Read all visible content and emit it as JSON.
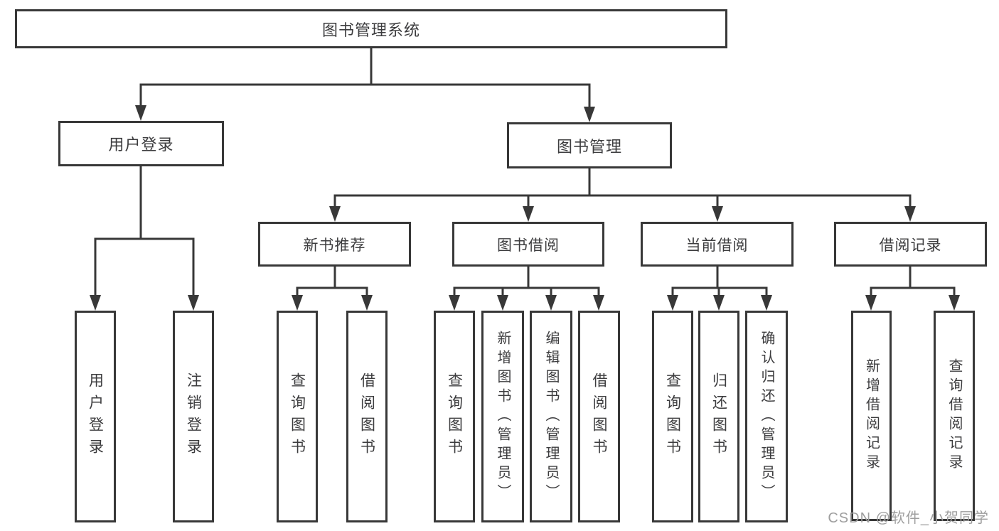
{
  "title": "图书管理系统",
  "watermark": "CSDN @软件_小贺同学",
  "colors": {
    "line": "#383838",
    "text": "#3c3c3e",
    "watermark": "#9e9e9e",
    "background": "#ffffff"
  },
  "level2": [
    {
      "label": "用户登录"
    },
    {
      "label": "图书管理"
    }
  ],
  "level3": [
    {
      "label": "新书推荐"
    },
    {
      "label": "图书借阅"
    },
    {
      "label": "当前借阅"
    },
    {
      "label": "借阅记录"
    }
  ],
  "leaves": [
    {
      "label": "用户登录"
    },
    {
      "label": "注销登录"
    },
    {
      "label": "查询图书"
    },
    {
      "label": "借阅图书"
    },
    {
      "label": "查询图书"
    },
    {
      "label": "新增图书（管理员）"
    },
    {
      "label": "编辑图书（管理员）"
    },
    {
      "label": "借阅图书"
    },
    {
      "label": "查询图书"
    },
    {
      "label": "归还图书"
    },
    {
      "label": "确认归还（管理员）"
    },
    {
      "label": "新增借阅记录"
    },
    {
      "label": "查询借阅记录"
    }
  ]
}
